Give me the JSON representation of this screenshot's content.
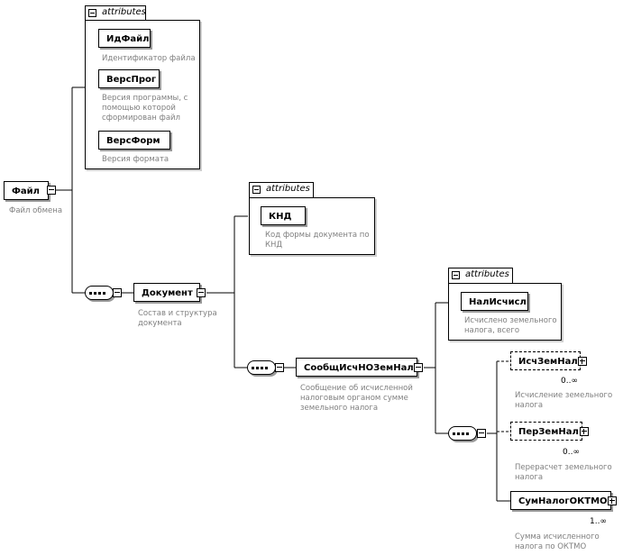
{
  "root": {
    "name": "Файл",
    "desc": "Файл обмена"
  },
  "root_attributes": {
    "tab_label": "attributes",
    "items": [
      {
        "name": "ИдФайл",
        "desc": [
          "Идентификатор файла"
        ]
      },
      {
        "name": "ВерсПрог",
        "desc": [
          "Версия программы, с",
          "помощью которой",
          "сформирован файл"
        ]
      },
      {
        "name": "ВерсФорм",
        "desc": [
          "Версия формата"
        ]
      }
    ]
  },
  "document": {
    "name": "Документ",
    "desc": [
      "Состав и структура",
      "документа"
    ]
  },
  "document_attributes": {
    "tab_label": "attributes",
    "items": [
      {
        "name": "КНД",
        "desc": [
          "Код формы документа по",
          "КНД"
        ]
      }
    ]
  },
  "message": {
    "name": "СообщИсчНОЗемНал",
    "desc": [
      "Сообщение об исчисленной",
      "налоговым органом сумме",
      "земельного налога"
    ]
  },
  "message_attributes": {
    "tab_label": "attributes",
    "items": [
      {
        "name": "НалИсчисл",
        "desc": [
          "Исчислено земельного",
          "налога, всего"
        ]
      }
    ]
  },
  "children": [
    {
      "name": "ИсчЗемНал",
      "multiplicity": "0..∞",
      "desc": [
        "Исчисление земельного",
        "налога"
      ],
      "optional": true
    },
    {
      "name": "ПерЗемНал",
      "multiplicity": "0..∞",
      "desc": [
        "Перерасчет земельного",
        "налога"
      ],
      "optional": true
    },
    {
      "name": "СумНалогОКТМО",
      "multiplicity": "1..∞",
      "desc": [
        "Сумма исчисленного",
        "налога по ОКТМО"
      ],
      "optional": false
    }
  ]
}
